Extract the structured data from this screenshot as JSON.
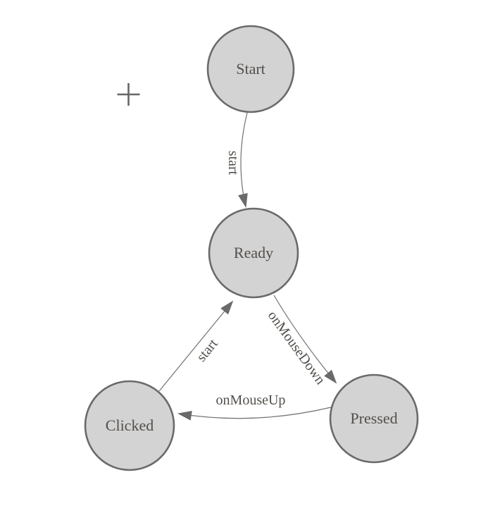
{
  "diagram": {
    "colors": {
      "background": "#ffffff",
      "node_fill": "#d3d3d3",
      "node_stroke": "#6a6a6a",
      "edge_stroke": "#707070",
      "arrow_fill": "#6a6a6a",
      "label_text": "#534f4b",
      "cursor": "#666666"
    },
    "cursor_marker": "crosshair-plus",
    "nodes": [
      {
        "id": "start",
        "label": "Start"
      },
      {
        "id": "ready",
        "label": "Ready"
      },
      {
        "id": "clicked",
        "label": "Clicked"
      },
      {
        "id": "pressed",
        "label": "Pressed"
      }
    ],
    "edges": [
      {
        "from": "Start",
        "to": "Ready",
        "label": "start"
      },
      {
        "from": "Ready",
        "to": "Pressed",
        "label": "onMouseDown"
      },
      {
        "from": "Pressed",
        "to": "Clicked",
        "label": "onMouseUp"
      },
      {
        "from": "Clicked",
        "to": "Ready",
        "label": "start"
      }
    ]
  }
}
